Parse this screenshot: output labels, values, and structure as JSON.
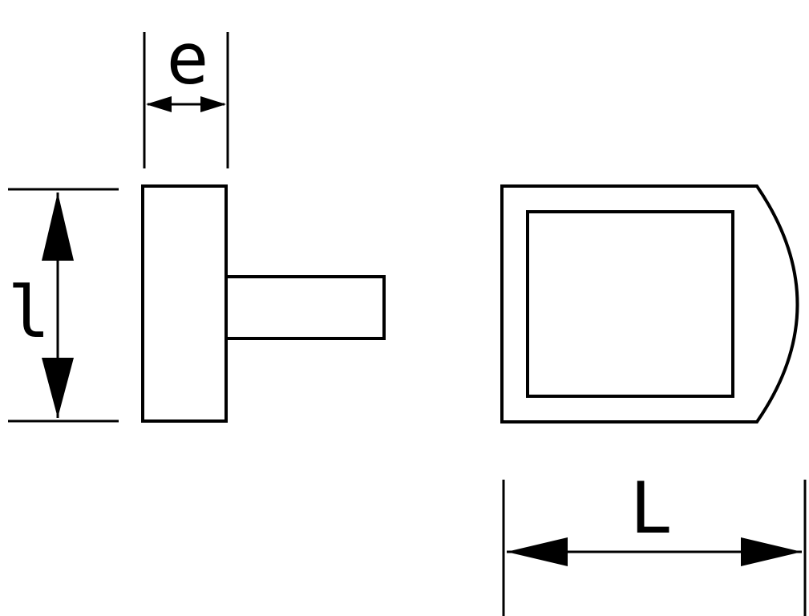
{
  "labels": {
    "thickness": "e",
    "height": "l",
    "length": "L"
  },
  "colors": {
    "stroke": "#000000",
    "background": "#ffffff"
  }
}
